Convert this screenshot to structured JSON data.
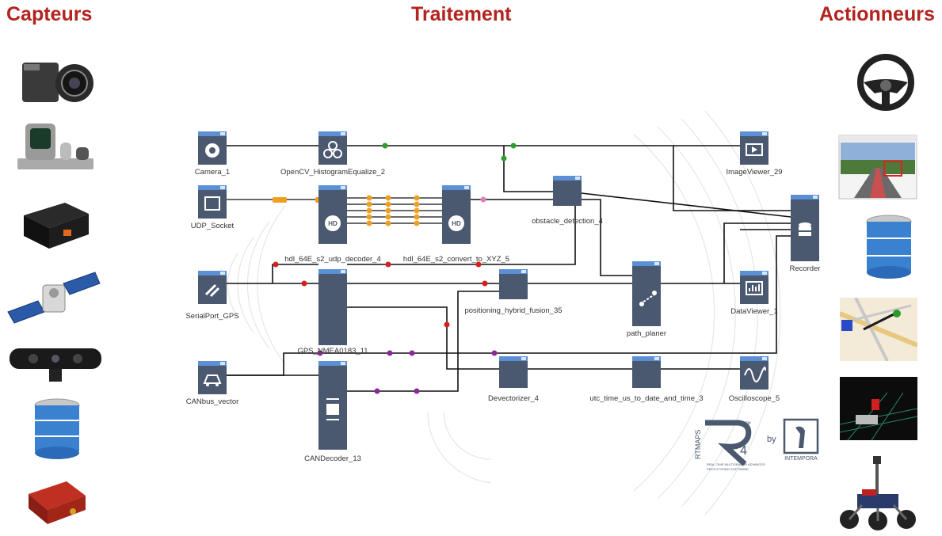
{
  "headings": {
    "left": "Capteurs",
    "middle": "Traitement",
    "right": "Actionneurs"
  },
  "sensors": [
    {
      "name": "camera"
    },
    {
      "name": "lidar"
    },
    {
      "name": "radar-box"
    },
    {
      "name": "satellite"
    },
    {
      "name": "depth-camera"
    },
    {
      "name": "database"
    },
    {
      "name": "imu-module"
    }
  ],
  "actuators": [
    {
      "name": "steering-wheel"
    },
    {
      "name": "viewer-window"
    },
    {
      "name": "database"
    },
    {
      "name": "map"
    },
    {
      "name": "point-cloud"
    },
    {
      "name": "robot-rover"
    }
  ],
  "nodes": {
    "camera_1": "Camera_1",
    "opencv": "OpenCV_HistogramEqualize_2",
    "imageviewer": "ImageViewer_29",
    "udp_socket": "UDP_Socket",
    "hdl_decoder": "hdl_64E_s2_udp_decoder_4",
    "hdl_convert": "hdl_64E_s2_convert_to_XYZ_5",
    "obstacle": "obstacle_detection_4",
    "recorder": "Recorder",
    "serial_gps": "SerialPort_GPS",
    "gps_nmea": "GPS_NMEA0183_11",
    "positioning": "positioning_hybrid_fusion_35",
    "path_planer": "path_planer",
    "dataviewer": "DataViewer_1",
    "canbus": "CANbus_vector",
    "candecoder": "CANDecoder_13",
    "devectorizer": "Devectorizer_4",
    "utc_time": "utc_time_us_to_date_and_time_3",
    "oscilloscope": "Oscilloscope_5"
  },
  "logo": {
    "rtmaps": "RTMAPS",
    "r4": "4",
    "tm": "™",
    "tagline1": "REAL-TIME MULTISENSOR ADVANCED",
    "tagline2": "PROTOTYPING SOFTWARE",
    "by": "by",
    "intempora": "INTEMPORA"
  },
  "colors": {
    "heading": "#b3231f",
    "block": "#4a5870",
    "block_header": "#5b8fd6",
    "wire": "#111111",
    "vector_wire": "#f0a020",
    "green_dot": "#2e9e2e",
    "red_dot": "#d42020",
    "purple_dot": "#8a2a9a",
    "pink_dot": "#e080b0"
  }
}
